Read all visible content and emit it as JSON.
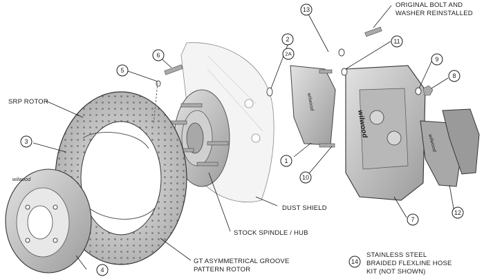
{
  "callouts": [
    {
      "id": "c1",
      "num": "1"
    },
    {
      "id": "c2",
      "num": "2"
    },
    {
      "id": "c2a",
      "num": "2A"
    },
    {
      "id": "c3",
      "num": "3"
    },
    {
      "id": "c4",
      "num": "4"
    },
    {
      "id": "c5",
      "num": "5"
    },
    {
      "id": "c6",
      "num": "6"
    },
    {
      "id": "c7",
      "num": "7"
    },
    {
      "id": "c8",
      "num": "8"
    },
    {
      "id": "c9",
      "num": "9"
    },
    {
      "id": "c10",
      "num": "10"
    },
    {
      "id": "c11",
      "num": "11"
    },
    {
      "id": "c12",
      "num": "12"
    },
    {
      "id": "c13",
      "num": "13"
    },
    {
      "id": "c14",
      "num": "14"
    }
  ],
  "labels": {
    "original_bolt_1": "ORIGINAL BOLT AND",
    "original_bolt_2": "WASHER REINSTALLED",
    "srp_rotor": "SRP ROTOR",
    "dust_shield": "DUST SHIELD",
    "stock_spindle": "STOCK SPINDLE / HUB",
    "gt_rotor_1": "GT ASYMMETRICAL GROOVE",
    "gt_rotor_2": "PATTERN ROTOR",
    "flexline_1": "STAINLESS STEEL",
    "flexline_2": "BRAIDED FLEXLINE HOSE",
    "flexline_3": "KIT (NOT SHOWN)"
  },
  "brand": {
    "logo_text": "wilwood"
  },
  "colors": {
    "ink": "#1a1a1a",
    "metal": "#c8c8c8",
    "metal_dark": "#8a8a8a",
    "pad": "#9a9a9a"
  }
}
